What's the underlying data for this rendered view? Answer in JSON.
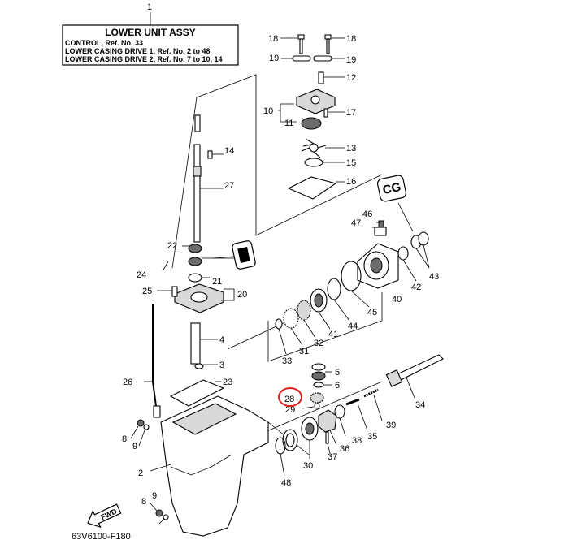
{
  "title_box": {
    "title": "LOWER UNIT ASSY",
    "lines": [
      "CONTROL,  Ref. No. 33",
      "LOWER CASING DRIVE 1,  Ref. No. 2 to 48",
      "LOWER CASING DRIVE 2,  Ref. No. 7 to 10, 14"
    ],
    "ref_number": "1"
  },
  "diagram_code": "63V6100-F180",
  "fwd_label": "FWD",
  "highlighted_part": "28",
  "callouts": [
    "18",
    "18",
    "19",
    "19",
    "12",
    "10",
    "17",
    "11",
    "14",
    "13",
    "15",
    "27",
    "16",
    "46",
    "47",
    "22",
    "21",
    "20",
    "24",
    "25",
    "42",
    "43",
    "40",
    "45",
    "44",
    "41",
    "4",
    "32",
    "31",
    "33",
    "3",
    "23",
    "26",
    "5",
    "6",
    "28",
    "29",
    "34",
    "35",
    "39",
    "38",
    "36",
    "37",
    "30",
    "8",
    "9",
    "2",
    "48",
    "8",
    "9"
  ],
  "icons": [
    "seal-cc-icon",
    "grease-icon",
    "fwd-arrow-icon"
  ]
}
